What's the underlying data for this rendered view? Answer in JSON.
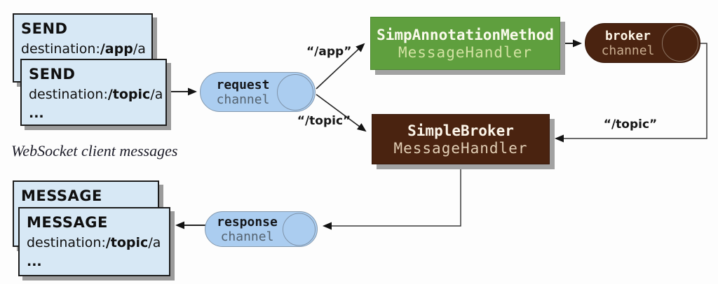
{
  "diagram": {
    "caption": "WebSocket client messages",
    "cards": {
      "send_back": {
        "title": "SEND",
        "dest_prefix": "destination:",
        "dest_bold": "/app",
        "dest_suffix": "/a"
      },
      "send_front": {
        "title": "SEND",
        "dest_prefix": "destination:",
        "dest_bold": "/topic",
        "dest_suffix": "/a",
        "more": "..."
      },
      "message_back": {
        "title": "MESSAGE"
      },
      "message_front": {
        "title": "MESSAGE",
        "dest_prefix": "destination:",
        "dest_bold": "/topic",
        "dest_suffix": "/a",
        "more": "..."
      }
    },
    "channels": {
      "request": {
        "name": "request",
        "kind": "channel"
      },
      "response": {
        "name": "response",
        "kind": "channel"
      },
      "broker": {
        "name": "broker",
        "kind": "channel"
      }
    },
    "handlers": {
      "simp_annotation": {
        "title": "SimpAnnotationMethod",
        "subtitle": "MessageHandler"
      },
      "simple_broker": {
        "title": "SimpleBroker",
        "subtitle": "MessageHandler"
      }
    },
    "edge_labels": {
      "app": "“/app”",
      "topic_from_client": "“/topic”",
      "topic_from_broker": "“/topic”"
    },
    "colors": {
      "card_bg": "#d7e8f5",
      "channel_blue": "#abcdf0",
      "handler_green": "#5f9f3e",
      "broker_brown": "#4a2310",
      "arrow": "#222222"
    }
  }
}
